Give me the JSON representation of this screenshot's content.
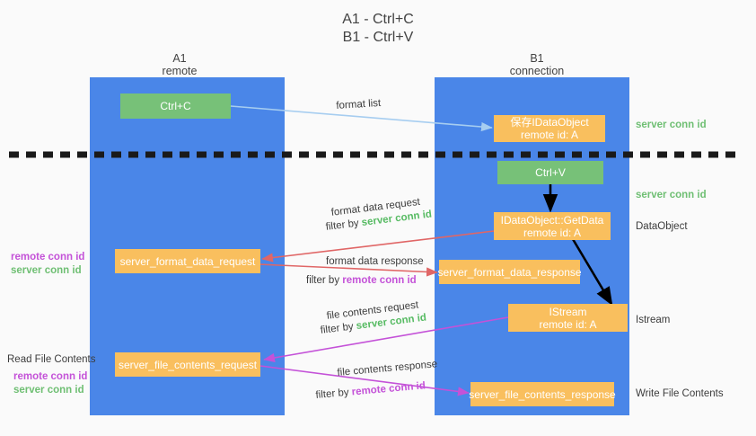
{
  "title": {
    "line1": "A1 - Ctrl+C",
    "line2": "B1 - Ctrl+V"
  },
  "colors": {
    "lane": "#4a86e8",
    "node_orange": "#f9bf5e",
    "node_green": "#77c178",
    "server_conn_id": "#6fbf73",
    "remote_conn_id": "#c452d8",
    "arrow_blue": "#a6cdf0",
    "arrow_red": "#e06666",
    "arrow_purple": "#c452d8",
    "arrow_black": "#000000",
    "background": "#fafafa"
  },
  "lanes": [
    {
      "name": "A1",
      "subtitle": "remote"
    },
    {
      "name": "B1",
      "subtitle": "connection"
    }
  ],
  "nodes": {
    "ctrl_c": {
      "label": "Ctrl+C",
      "sub": ""
    },
    "ctrl_v": {
      "label": "Ctrl+V",
      "sub": ""
    },
    "save_dataobject": {
      "label": "保存IDataObject",
      "sub": "remote id: A"
    },
    "getdata": {
      "label": "IDataObject::GetData",
      "sub": "remote id: A"
    },
    "istream": {
      "label": "IStream",
      "sub": "remote id: A"
    },
    "server_format_data_request": {
      "label": "server_format_data_request",
      "sub": ""
    },
    "server_format_data_response": {
      "label": "server_format_data_response",
      "sub": ""
    },
    "server_file_contents_request": {
      "label": "server_file_contents_request",
      "sub": ""
    },
    "server_file_contents_response": {
      "label": "server_file_contents_response",
      "sub": ""
    }
  },
  "edge_labels": {
    "format_list": "format list",
    "format_data_request": "format data request",
    "format_data_request_filter_prefix": "filter by ",
    "format_data_request_filter_value": "server conn id",
    "format_data_response": "format data response",
    "format_data_response_filter_prefix": "filter by ",
    "format_data_response_filter_value": "remote conn id",
    "file_contents_request": "file contents request",
    "file_contents_request_filter_prefix": "filter by ",
    "file_contents_request_filter_value": "server conn id",
    "file_contents_response": "file contents response",
    "file_contents_response_filter_prefix": "filter by ",
    "file_contents_response_filter_value": "remote conn id"
  },
  "right_notes": {
    "server_conn_id_top": "server conn id",
    "server_conn_id_mid": "server conn id",
    "dataobject": "DataObject",
    "istream": "Istream",
    "write_file_contents": "Write File Contents"
  },
  "left_notes": {
    "remote_conn_id_1": "remote conn id",
    "server_conn_id_1": "server conn id",
    "read_file_contents": "Read File Contents",
    "remote_conn_id_2": "remote conn id",
    "server_conn_id_2": "server conn id"
  }
}
